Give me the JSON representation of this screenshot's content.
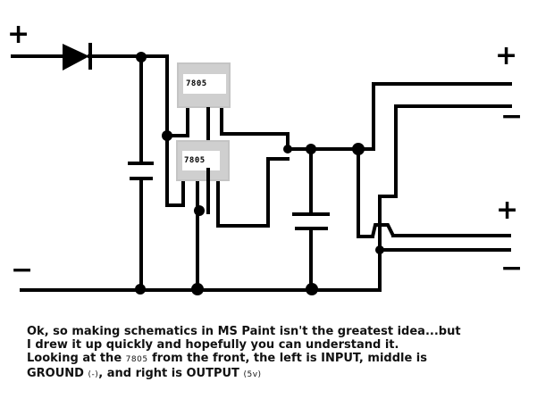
{
  "diagram": {
    "title": "Dual 7805 regulator power supply schematic (MS Paint)",
    "input_terminals": {
      "positive": "+",
      "negative": "−"
    },
    "output_terminals": [
      {
        "positive": "+",
        "negative": "−"
      },
      {
        "positive": "+",
        "negative": "−"
      }
    ],
    "regulators": [
      {
        "label": "7805"
      },
      {
        "label": "7805"
      }
    ],
    "components": [
      "diode",
      "input capacitor",
      "output capacitor"
    ]
  },
  "caption": {
    "line1": "Ok, so making schematics in MS Paint isn't the greatest idea...but",
    "line2": "I drew it up quickly and hopefully you can understand it.",
    "line3_a": "Looking at the ",
    "line3_b": "7805",
    "line3_c": " from the front, the left is INPUT, middle is",
    "line4_a": "GROUND ",
    "line4_b": "(-)",
    "line4_c": ", and right is OUTPUT ",
    "line4_d": "(5v)"
  }
}
